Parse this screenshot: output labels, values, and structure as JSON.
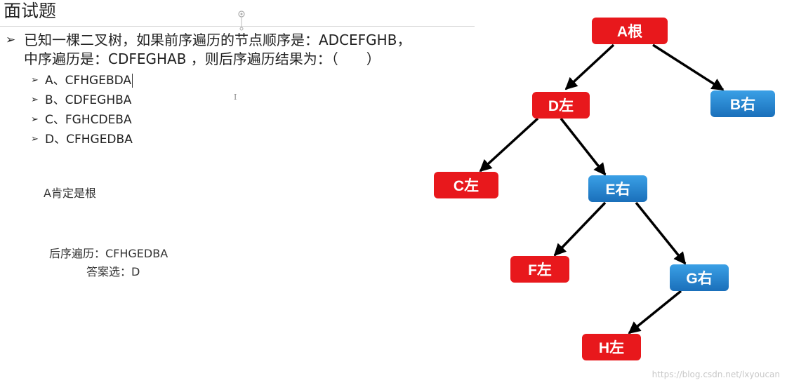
{
  "slide": {
    "title": "面试题"
  },
  "question": {
    "bullet": "➢",
    "line1": "已知一棵二叉树，如果前序遍历的节点顺序是：ADCEFGHB，",
    "line2": "中序遍历是：CDFEGHAB ，则后序遍历结果为：（　　）"
  },
  "options": [
    {
      "bullet": "➢",
      "label": "A、CFHGEBDA"
    },
    {
      "bullet": "➢",
      "label": "B、CDFEGHBA"
    },
    {
      "bullet": "➢",
      "label": "C、FGHCDEBA"
    },
    {
      "bullet": "➢",
      "label": "D、CFHGEDBA"
    }
  ],
  "notes": {
    "root": "A肯定是根",
    "postorder": "后序遍历：CFHGEDBA",
    "answer": "答案选：D"
  },
  "ibeam": "I",
  "colors": {
    "left_node": "#e8181c",
    "right_node_top": "#3aa0e6",
    "right_node_bottom": "#1a6fba",
    "edge": "#000000"
  },
  "tree": {
    "nodes": [
      {
        "id": "A",
        "label": "A根",
        "side": "root"
      },
      {
        "id": "D",
        "label": "D左",
        "side": "left"
      },
      {
        "id": "B",
        "label": "B右",
        "side": "right"
      },
      {
        "id": "C",
        "label": "C左",
        "side": "left"
      },
      {
        "id": "E",
        "label": "E右",
        "side": "right"
      },
      {
        "id": "F",
        "label": "F左",
        "side": "left"
      },
      {
        "id": "G",
        "label": "G右",
        "side": "right"
      },
      {
        "id": "H",
        "label": "H左",
        "side": "left"
      }
    ],
    "edges": [
      {
        "from": "A",
        "to": "D"
      },
      {
        "from": "A",
        "to": "B"
      },
      {
        "from": "D",
        "to": "C"
      },
      {
        "from": "D",
        "to": "E"
      },
      {
        "from": "E",
        "to": "F"
      },
      {
        "from": "E",
        "to": "G"
      },
      {
        "from": "G",
        "to": "H"
      }
    ]
  },
  "watermark": "https://blog.csdn.net/lxyoucan"
}
